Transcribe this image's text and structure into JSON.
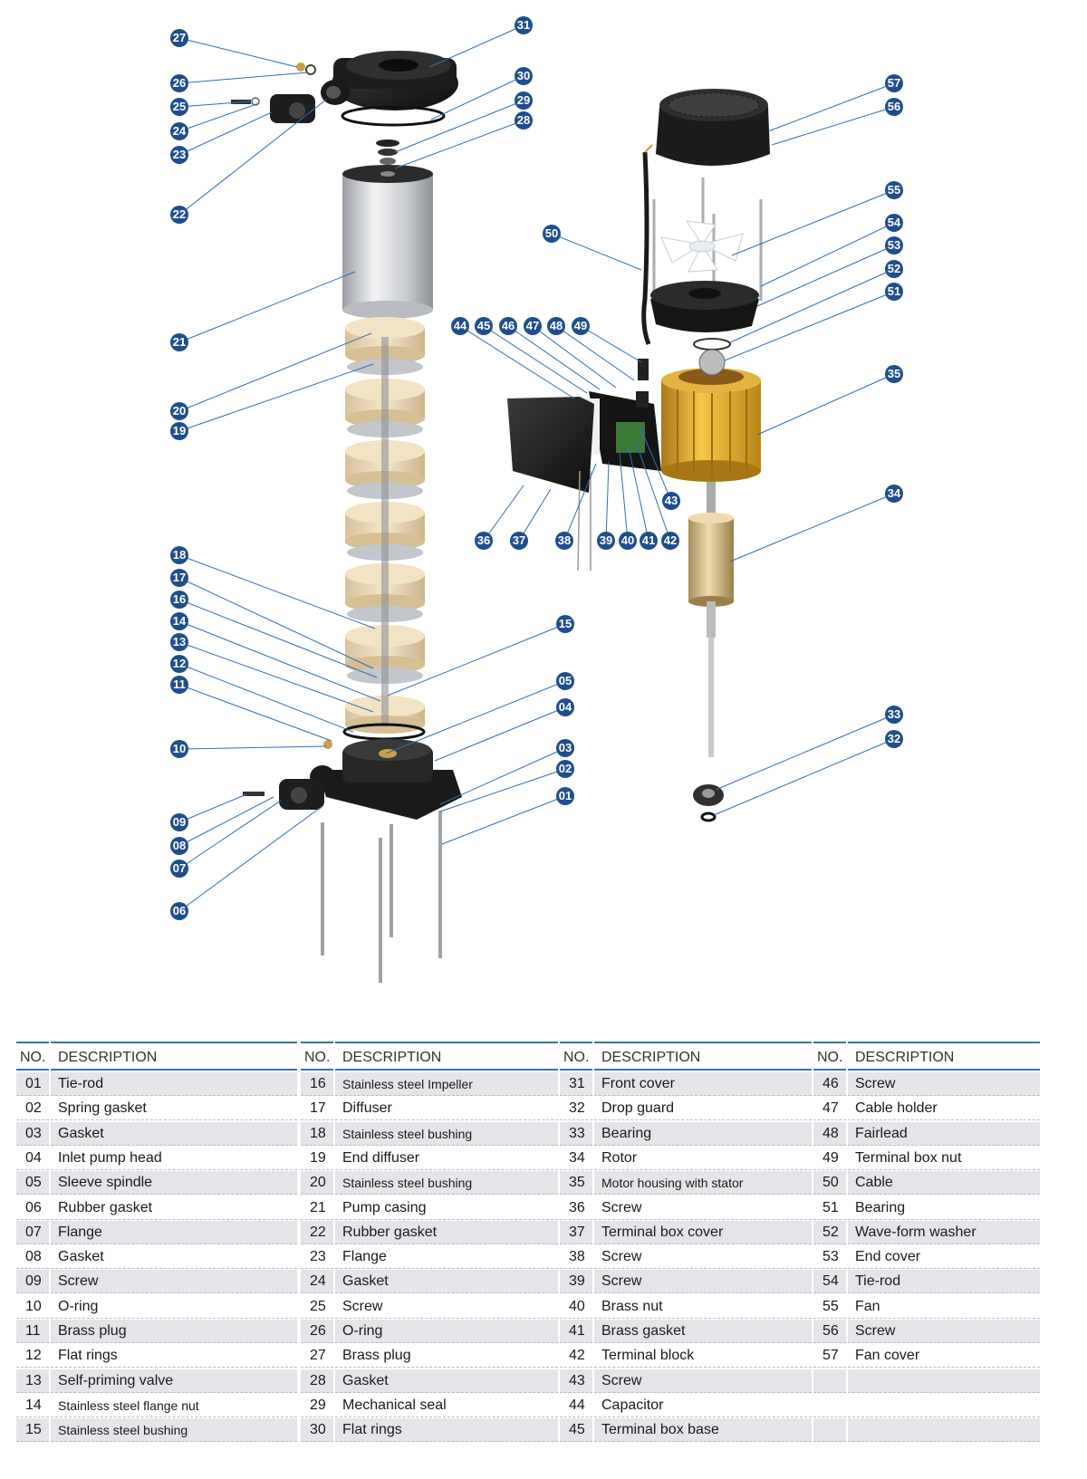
{
  "colors": {
    "badge": "#1f4e8c",
    "leader": "#2e6fb3",
    "rule": "#3a6fb5",
    "shade": "#e4e5e8"
  },
  "callouts": [
    "01",
    "02",
    "03",
    "04",
    "05",
    "06",
    "07",
    "08",
    "09",
    "10",
    "11",
    "12",
    "13",
    "14",
    "15",
    "16",
    "17",
    "18",
    "19",
    "20",
    "21",
    "22",
    "23",
    "24",
    "25",
    "26",
    "27",
    "28",
    "29",
    "30",
    "31",
    "32",
    "33",
    "34",
    "35",
    "36",
    "37",
    "38",
    "39",
    "40",
    "41",
    "42",
    "43",
    "44",
    "45",
    "46",
    "47",
    "48",
    "49",
    "50",
    "51",
    "52",
    "53",
    "54",
    "55",
    "56",
    "57"
  ],
  "table": {
    "header_no": "NO.",
    "header_desc": "DESCRIPTION",
    "columns": [
      [
        [
          "01",
          "Tie-rod"
        ],
        [
          "02",
          "Spring gasket"
        ],
        [
          "03",
          "Gasket"
        ],
        [
          "04",
          "Inlet pump head"
        ],
        [
          "05",
          "Sleeve spindle"
        ],
        [
          "06",
          "Rubber gasket"
        ],
        [
          "07",
          "Flange"
        ],
        [
          "08",
          "Gasket"
        ],
        [
          "09",
          "Screw"
        ],
        [
          "10",
          "O-ring"
        ],
        [
          "11",
          "Brass plug"
        ],
        [
          "12",
          "Flat rings"
        ],
        [
          "13",
          "Self-priming valve"
        ],
        [
          "14",
          "Stainless steel flange nut"
        ],
        [
          "15",
          "Stainless steel bushing"
        ]
      ],
      [
        [
          "16",
          "Stainless steel Impeller"
        ],
        [
          "17",
          "Diffuser"
        ],
        [
          "18",
          "Stainless steel bushing"
        ],
        [
          "19",
          "End diffuser"
        ],
        [
          "20",
          "Stainless steel bushing"
        ],
        [
          "21",
          "Pump casing"
        ],
        [
          "22",
          "Rubber gasket"
        ],
        [
          "23",
          "Flange"
        ],
        [
          "24",
          "Gasket"
        ],
        [
          "25",
          "Screw"
        ],
        [
          "26",
          "O-ring"
        ],
        [
          "27",
          "Brass plug"
        ],
        [
          "28",
          "Gasket"
        ],
        [
          "29",
          "Mechanical seal"
        ],
        [
          "30",
          "Flat rings"
        ]
      ],
      [
        [
          "31",
          "Front cover"
        ],
        [
          "32",
          "Drop guard"
        ],
        [
          "33",
          "Bearing"
        ],
        [
          "34",
          "Rotor"
        ],
        [
          "35",
          "Motor housing with stator"
        ],
        [
          "36",
          "Screw"
        ],
        [
          "37",
          "Terminal box cover"
        ],
        [
          "38",
          "Screw"
        ],
        [
          "39",
          "Screw"
        ],
        [
          "40",
          "Brass nut"
        ],
        [
          "41",
          "Brass gasket"
        ],
        [
          "42",
          "Terminal block"
        ],
        [
          "43",
          "Screw"
        ],
        [
          "44",
          "Capacitor"
        ],
        [
          "45",
          "Terminal box base"
        ]
      ],
      [
        [
          "46",
          "Screw"
        ],
        [
          "47",
          "Cable holder"
        ],
        [
          "48",
          "Fairlead"
        ],
        [
          "49",
          "Terminal box nut"
        ],
        [
          "50",
          "Cable"
        ],
        [
          "51",
          "Bearing"
        ],
        [
          "52",
          "Wave-form washer"
        ],
        [
          "53",
          "End cover"
        ],
        [
          "54",
          "Tie-rod"
        ],
        [
          "55",
          "Fan"
        ],
        [
          "56",
          "Screw"
        ],
        [
          "57",
          "Fan cover"
        ],
        [
          "",
          ""
        ],
        [
          "",
          ""
        ],
        [
          "",
          ""
        ]
      ]
    ]
  }
}
